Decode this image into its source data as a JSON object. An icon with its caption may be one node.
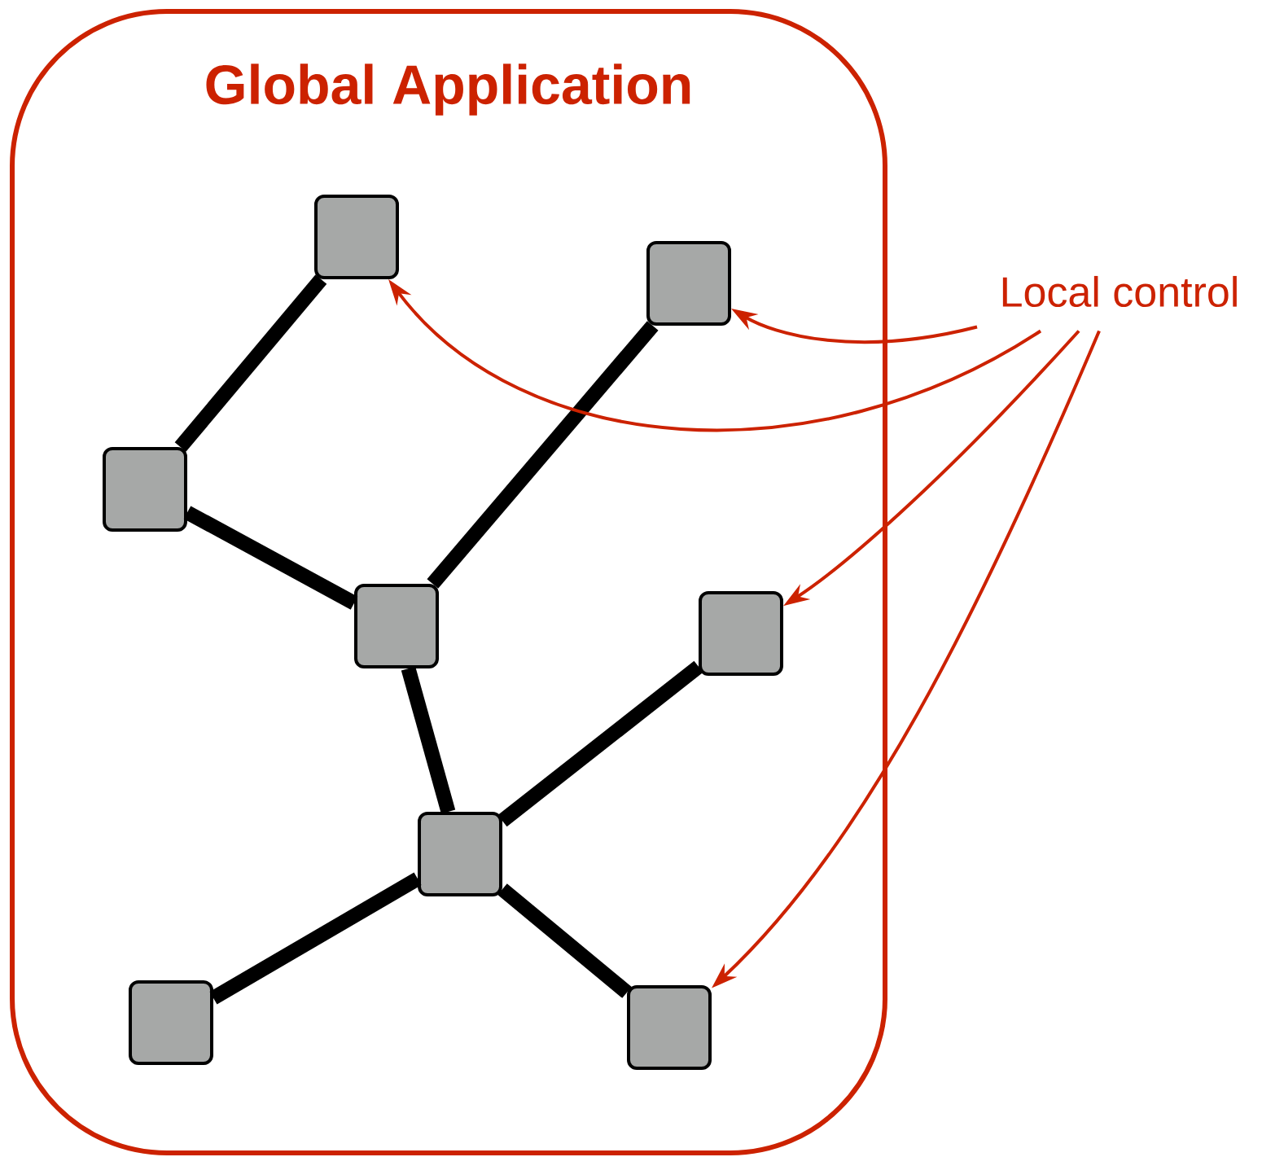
{
  "diagram": {
    "nodes": [
      {
        "text": [
          "Global Application"
        ]
      },
      {
        "text": [],
        "shape": "box",
        "in": 0
      },
      {
        "text": [],
        "shape": "box",
        "in": 0
      },
      {
        "text": [],
        "shape": "box",
        "in": 0
      },
      {
        "text": [],
        "shape": "box",
        "in": 0
      },
      {
        "text": [],
        "shape": "box",
        "in": 0
      },
      {
        "text": [],
        "shape": "box",
        "in": 0
      },
      {
        "text": [],
        "shape": "box",
        "in": 0
      },
      {
        "text": [],
        "shape": "box",
        "in": 0
      },
      {
        "text": [
          "Local control"
        ]
      }
    ],
    "edges": [
      {
        "from": 1,
        "to": 3,
        "arrow": "none"
      },
      {
        "from": 3,
        "to": 4,
        "arrow": "none"
      },
      {
        "from": 2,
        "to": 4,
        "arrow": "none"
      },
      {
        "from": 4,
        "to": 6,
        "arrow": "none"
      },
      {
        "from": 6,
        "to": 5,
        "arrow": "none"
      },
      {
        "from": 6,
        "to": 7,
        "arrow": "none"
      },
      {
        "from": 6,
        "to": 8,
        "arrow": "none"
      },
      {
        "from": 9,
        "to": 2,
        "arrow": "to",
        "color": "#cc2200"
      },
      {
        "from": 9,
        "to": 1,
        "arrow": "to",
        "color": "#cc2200"
      },
      {
        "from": 9,
        "to": 5,
        "arrow": "to",
        "color": "#cc2200"
      },
      {
        "from": 9,
        "to": 8,
        "arrow": "to",
        "color": "#cc2200"
      }
    ]
  }
}
